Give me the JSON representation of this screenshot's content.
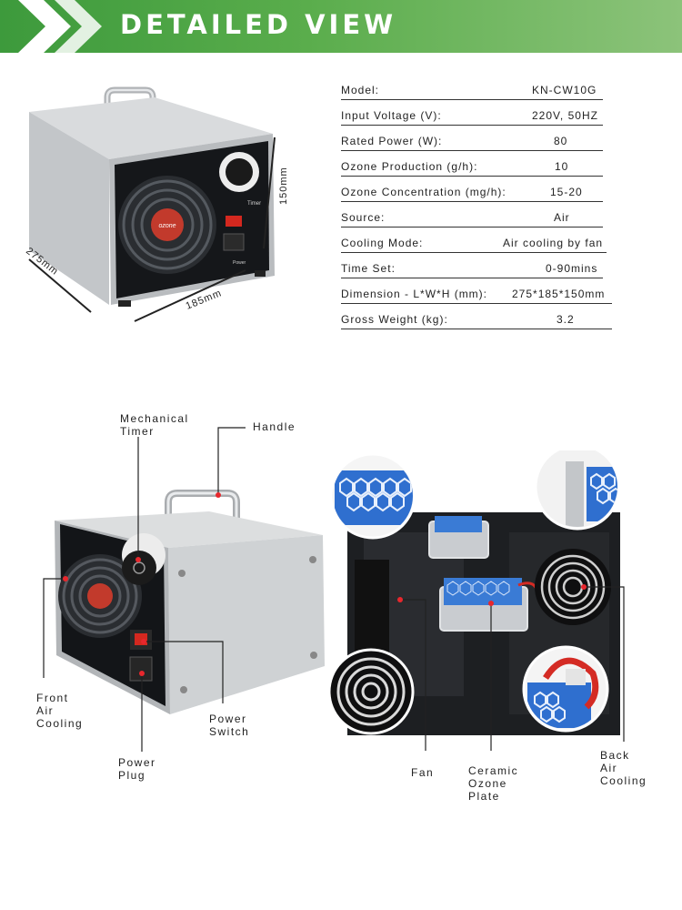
{
  "banner": {
    "title": "DETAILED VIEW"
  },
  "dimensions": {
    "width": "275mm",
    "depth": "185mm",
    "height": "150mm"
  },
  "device_labels": {
    "timer": "Timer",
    "power": "Power"
  },
  "specs": [
    {
      "label": "Model:",
      "value": "KN-CW10G"
    },
    {
      "label": "Input Voltage (V):",
      "value": "220V, 50HZ"
    },
    {
      "label": "Rated Power (W):",
      "value": "80"
    },
    {
      "label": "Ozone Production (g/h):",
      "value": "10"
    },
    {
      "label": "Ozone Concentration (mg/h):",
      "value": "15-20"
    },
    {
      "label": "Source:",
      "value": "Air"
    },
    {
      "label": "Cooling Mode:",
      "value": "Air cooling by fan"
    },
    {
      "label": "Time Set:",
      "value": "0-90mins"
    },
    {
      "label": "Dimension - L*W*H (mm):",
      "value": "275*185*150mm"
    },
    {
      "label": "Gross Weight (kg):",
      "value": "3.2"
    }
  ],
  "callouts_left": {
    "timer": [
      "Mechanical",
      "Timer"
    ],
    "handle": [
      "Handle"
    ],
    "front_cooling": [
      "Front",
      "Air",
      "Cooling"
    ],
    "power_switch": [
      "Power",
      "Switch"
    ],
    "power_plug": [
      "Power",
      "Plug"
    ]
  },
  "callouts_right": {
    "fan": [
      "Fan"
    ],
    "ceramic_plate": [
      "Ceramic",
      "Ozone",
      "Plate"
    ],
    "back_cooling": [
      "Back",
      "Air",
      "Cooling"
    ]
  },
  "colors": {
    "accent_green": "#4aa443",
    "callout_dot": "#e8272d",
    "plate_blue": "#3a7bd5"
  }
}
